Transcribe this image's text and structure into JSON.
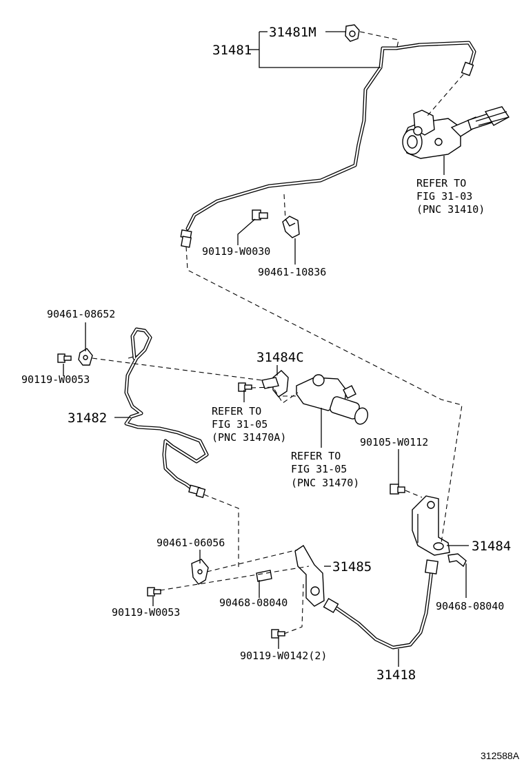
{
  "labels": {
    "p31481m": "31481M",
    "p31481": "31481",
    "refer1_l1": "REFER TO",
    "refer1_l2": "FIG 31-03",
    "refer1_l3": "(PNC 31410)",
    "p90119_w0030": "90119-W0030",
    "p90461_10836": "90461-10836",
    "p90461_08652": "90461-08652",
    "p90119_w0053_a": "90119-W0053",
    "p31484c": "31484C",
    "refer2_l1": "REFER TO",
    "refer2_l2": "FIG 31-05",
    "refer2_l3": "(PNC 31470A)",
    "p31482": "31482",
    "refer3_l1": "REFER TO",
    "refer3_l2": "FIG 31-05",
    "refer3_l3": "(PNC 31470)",
    "p90105_w0112": "90105-W0112",
    "p31484": "31484",
    "p90461_06056": "90461-06056",
    "p31485": "31485",
    "p90468_08040_a": "90468-08040",
    "p90468_08040_b": "90468-08040",
    "p90119_w0053_b": "90119-W0053",
    "p90119_w0142": "90119-W0142(2)",
    "p31418": "31418",
    "figure_id": "312588A"
  }
}
